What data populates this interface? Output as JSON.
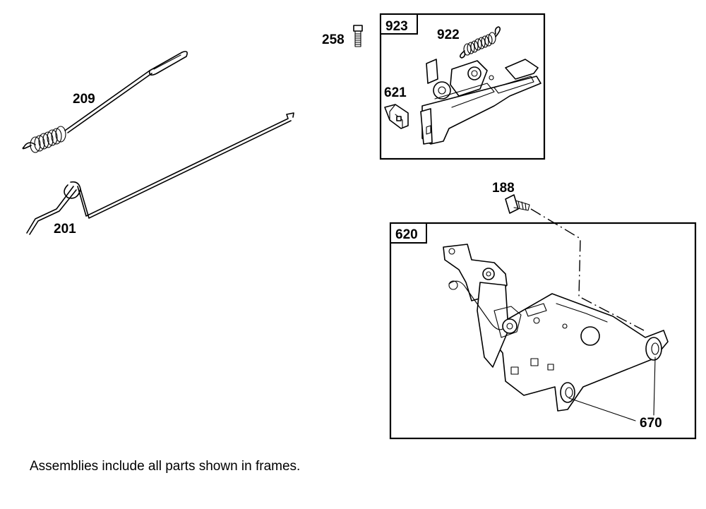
{
  "parts": {
    "p209": "209",
    "p201": "201",
    "p258": "258",
    "p923": "923",
    "p922": "922",
    "p621": "621",
    "p188": "188",
    "p620": "620",
    "p670": "670"
  },
  "note": "Assemblies include all parts shown in frames."
}
